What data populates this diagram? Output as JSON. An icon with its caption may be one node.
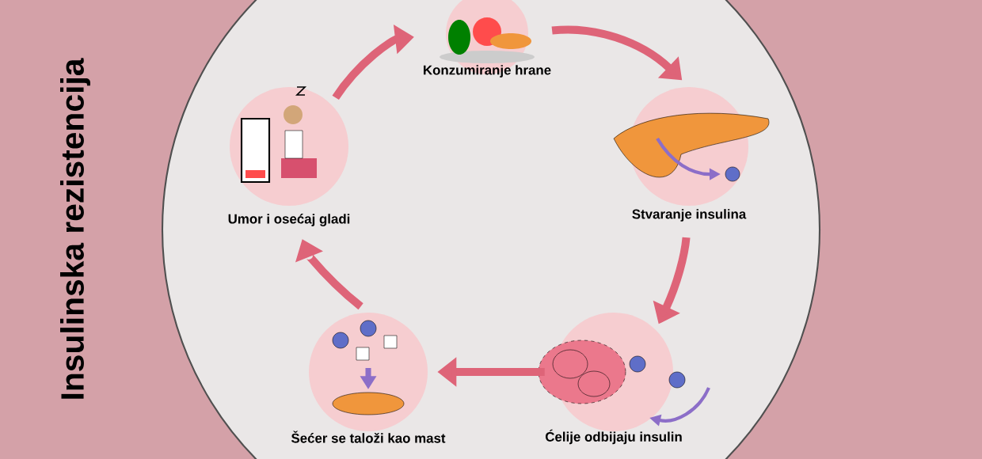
{
  "diagram": {
    "title": "Insulinska rezistencija",
    "nodes": [
      {
        "text": [
          "Konzumiranje hrane"
        ]
      },
      {
        "text": [
          "Stvaranje insulina"
        ]
      },
      {
        "text": [
          "Ćelije odbijaju insulin"
        ]
      },
      {
        "text": [
          "Šećer se taloži kao mast"
        ]
      },
      {
        "text": [
          "Umor i osećaj gladi"
        ]
      }
    ],
    "edges": [
      {
        "from": 0,
        "to": 1,
        "arrow": "to"
      },
      {
        "from": 1,
        "to": 2,
        "arrow": "to"
      },
      {
        "from": 2,
        "to": 3,
        "arrow": "to"
      },
      {
        "from": 3,
        "to": 4,
        "arrow": "to"
      },
      {
        "from": 4,
        "to": 0,
        "arrow": "to"
      }
    ]
  }
}
